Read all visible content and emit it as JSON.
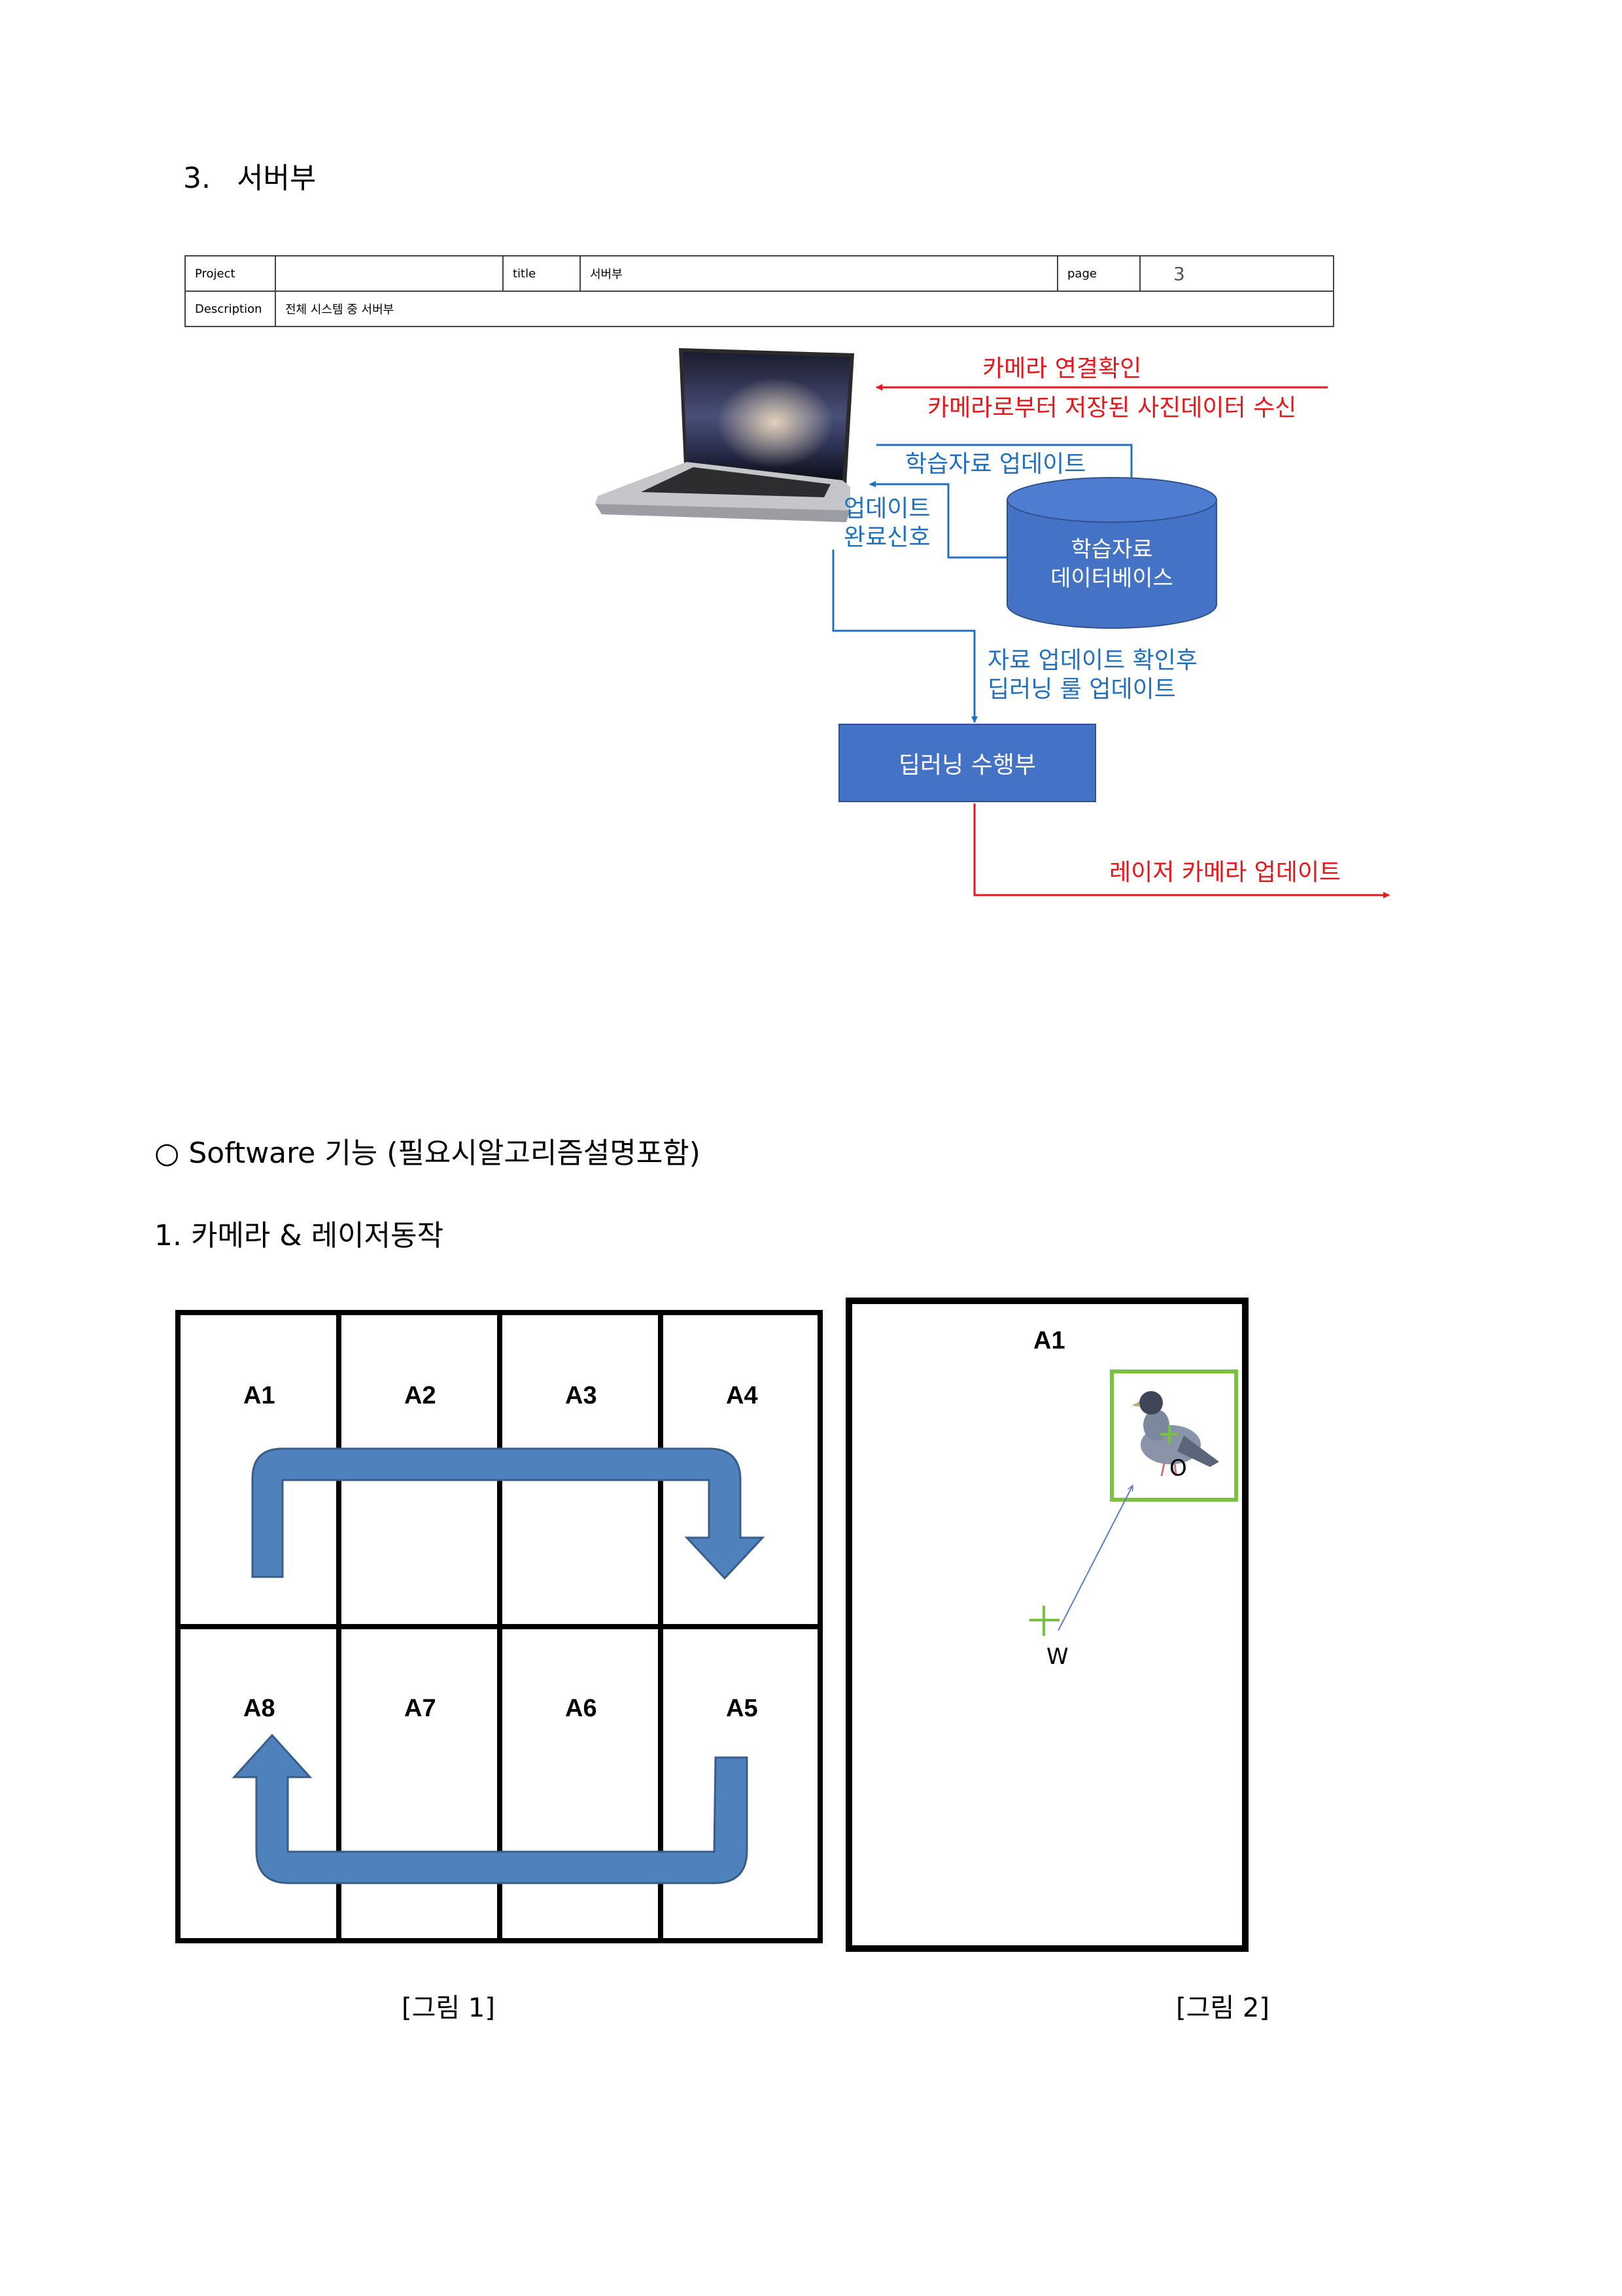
{
  "section": {
    "number": "3.",
    "title": "서버부"
  },
  "meta_table": {
    "project_label": "Project",
    "project_value": "",
    "title_label": "title",
    "title_value": "서버부",
    "page_label": "page",
    "page_value": "3",
    "description_label": "Description",
    "description_value": "전체 시스템 중 서버부"
  },
  "server_diagram": {
    "red_label_1": "카메라 연결확인",
    "red_label_2": "카메라로부터 저장된 사진데이터 수신",
    "blue_label_update": "학습자료 업데이트",
    "blue_label_done_1": "업데이트",
    "blue_label_done_2": "완료신호",
    "db_label_1": "학습자료",
    "db_label_2": "데이터베이스",
    "blue_label_rule_1": "자료 업데이트 확인후",
    "blue_label_rule_2": "딥러닝 룰 업데이트",
    "dl_box_label": "딥러닝 수행부",
    "red_label_laser": "레이저 카메라 업데이트"
  },
  "software": {
    "heading": "○ Software 기능 (필요시알고리즘설명포함)"
  },
  "subsection": {
    "heading": "1. 카메라 & 레이저동작"
  },
  "figure1": {
    "cells_top": [
      "A1",
      "A2",
      "A3",
      "A4"
    ],
    "cells_bottom": [
      "A8",
      "A7",
      "A6",
      "A5"
    ],
    "caption": "[그림 1]"
  },
  "figure2": {
    "area_label": "A1",
    "point_o": "O",
    "point_w": "W",
    "caption": "[그림 2]"
  },
  "colors": {
    "accent_red": "#e8161b",
    "accent_blue": "#2070c0",
    "box_blue": "#4472c4",
    "frame_green": "#7ac142"
  }
}
